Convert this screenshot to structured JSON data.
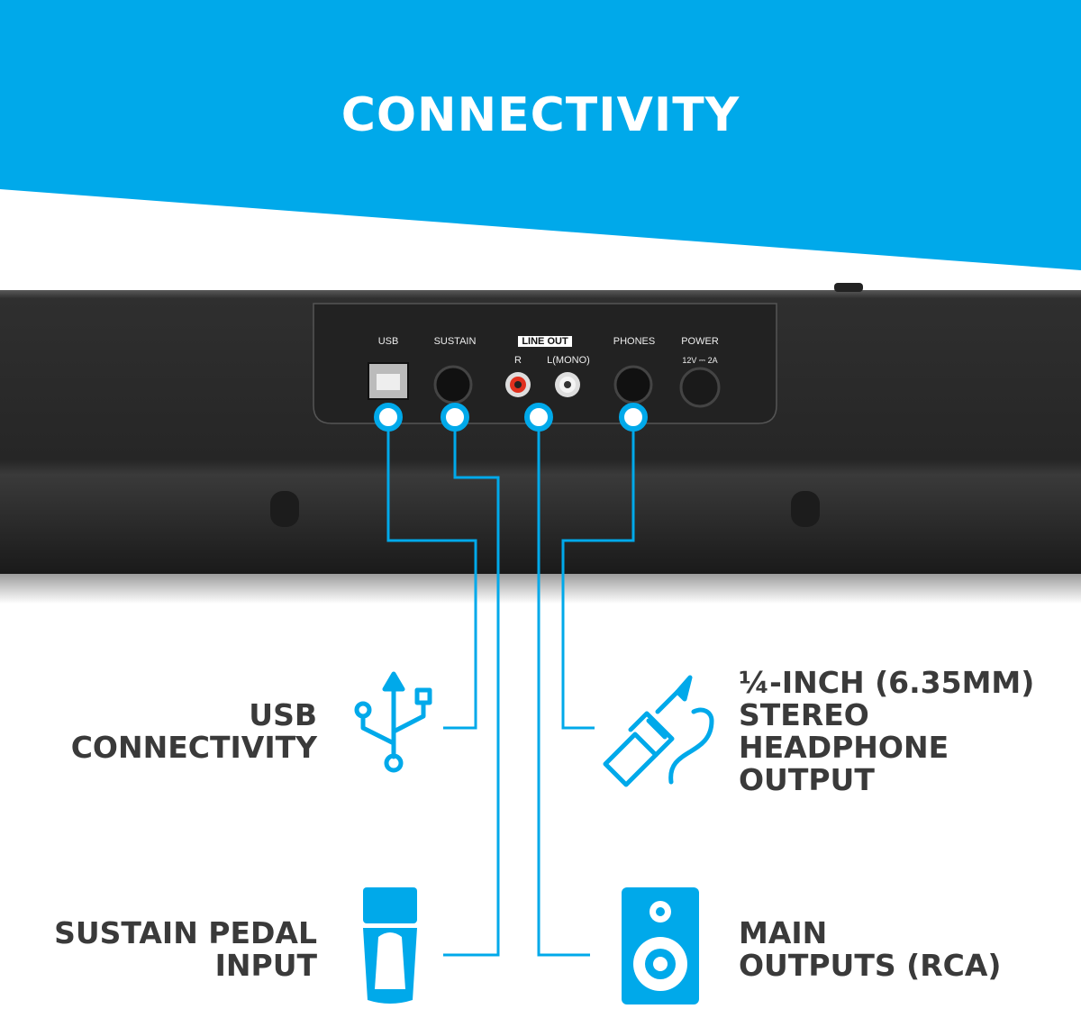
{
  "title": "CONNECTIVITY",
  "panel": {
    "usb": "USB",
    "sustain": "SUSTAIN",
    "line_out": "LINE OUT",
    "r": "R",
    "l_mono": "L(MONO)",
    "phones": "PHONES",
    "power": "POWER",
    "power_spec": "12V ⎓ 2A"
  },
  "features": {
    "usb": [
      "USB",
      "CONNECTIVITY"
    ],
    "headphone": [
      "¼-INCH (6.35MM)",
      "STEREO",
      "HEADPHONE",
      "OUTPUT"
    ],
    "sustain": [
      "SUSTAIN PEDAL",
      "INPUT"
    ],
    "main": [
      "MAIN",
      "OUTPUTS (RCA)"
    ]
  },
  "colors": {
    "accent": "#00a9ea",
    "text": "#3a3a3a",
    "keyboard": "#2a2a2a"
  }
}
